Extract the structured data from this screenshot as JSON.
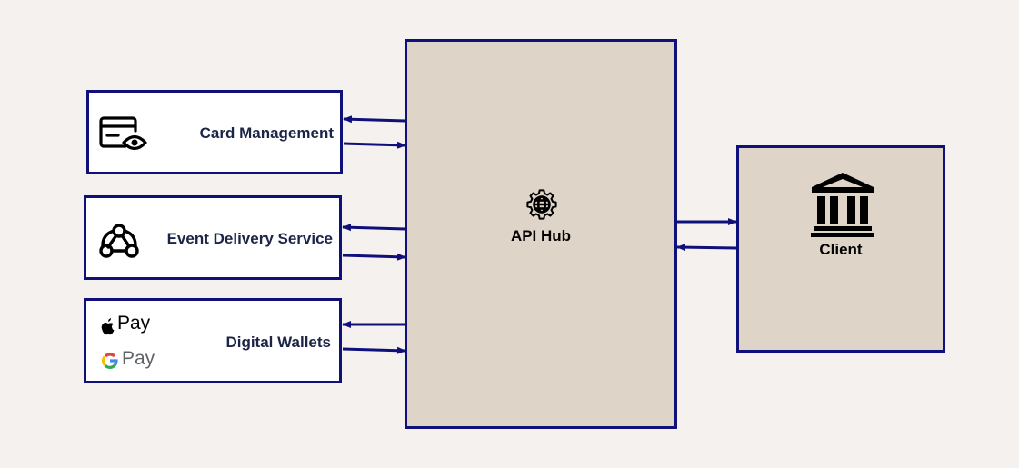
{
  "nodes": {
    "card_management": {
      "label": "Card Management",
      "icon": "card-eye-icon"
    },
    "event_delivery": {
      "label": "Event Delivery Service",
      "icon": "webhook-icon"
    },
    "digital_wallets": {
      "label": "Digital Wallets",
      "icon": "wallet-logos",
      "apple_pay": "Pay",
      "google_pay": "Pay"
    },
    "api_hub": {
      "label": "API Hub",
      "icon": "gear-globe-icon"
    },
    "client": {
      "label": "Client",
      "icon": "bank-icon"
    }
  },
  "colors": {
    "border": "#10107a",
    "tan_fill": "#ded4c8",
    "background": "#f5f1ee",
    "label_navy": "#1c2547"
  }
}
